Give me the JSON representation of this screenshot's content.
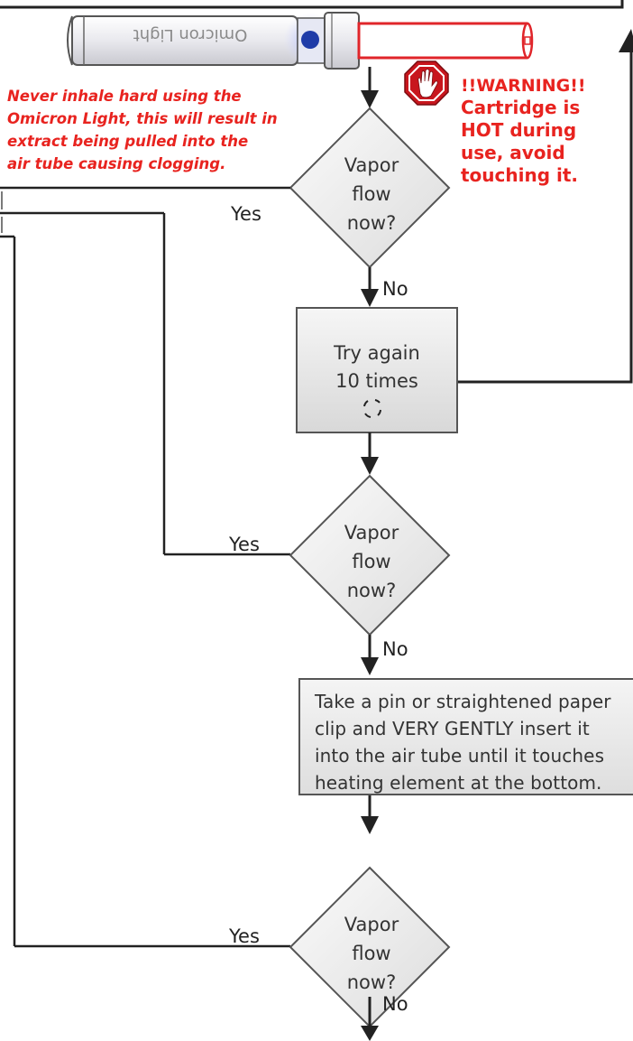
{
  "device": {
    "label": "Omicron Light"
  },
  "warning": {
    "title": "!!WARNING!!",
    "lines": [
      "Cartridge is",
      "HOT during",
      "use, avoid",
      "touching it."
    ]
  },
  "note": {
    "lines": [
      "Never inhale hard using the",
      "Omicron Light, this will result in",
      "extract being pulled into the",
      "air tube causing clogging."
    ]
  },
  "decision1": {
    "lines": [
      "Vapor",
      "flow",
      "now?"
    ],
    "yes": "Yes",
    "no": "No"
  },
  "step1": {
    "lines": [
      "Try again",
      "10 times"
    ]
  },
  "decision2": {
    "lines": [
      "Vapor",
      "flow",
      "now?"
    ],
    "yes": "Yes",
    "no": "No"
  },
  "step2": {
    "text": "Take a pin or straightened paper clip and VERY GENTLY insert it into the air tube until it touches heating element at the bottom."
  },
  "decision3": {
    "lines": [
      "Vapor",
      "flow",
      "now?"
    ],
    "yes": "Yes",
    "no": "No"
  },
  "colors": {
    "warning_red": "#e8231f",
    "stop_sign": "#c8161d",
    "indicator_blue": "#1f3ca8",
    "tube_red": "#e0252a"
  }
}
